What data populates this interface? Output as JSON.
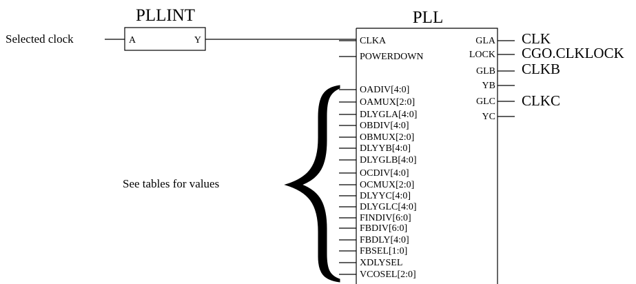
{
  "pllint": {
    "title": "PLLINT",
    "input_pin": "A",
    "output_pin": "Y"
  },
  "input_label": "Selected clock",
  "pll": {
    "title": "PLL",
    "left_pins": [
      "CLKA",
      "POWERDOWN"
    ],
    "config_pins": [
      "OADIV[4:0]",
      "OAMUX[2:0]",
      "DLYGLA[4:0]",
      "OBDIV[4:0]",
      "OBMUX[2:0]",
      "DLYYB[4:0]",
      "DLYGLB[4:0]",
      "OCDIV[4:0]",
      "OCMUX[2:0]",
      "DLYYC[4:0]",
      "DLYGLC[4:0]",
      "FINDIV[6:0]",
      "FBDIV[6:0]",
      "FBDLY[4:0]",
      "FBSEL[1:0]",
      "XDLYSEL",
      "VCOSEL[2:0]"
    ],
    "right_pins": [
      "GLA",
      "LOCK",
      "GLB",
      "YB",
      "GLC",
      "YC"
    ]
  },
  "outputs": {
    "GLA": "CLK",
    "LOCK": "CGO.CLKLOCK",
    "GLB": "CLKB",
    "GLC": "CLKC"
  },
  "brace_label": "See tables for values"
}
